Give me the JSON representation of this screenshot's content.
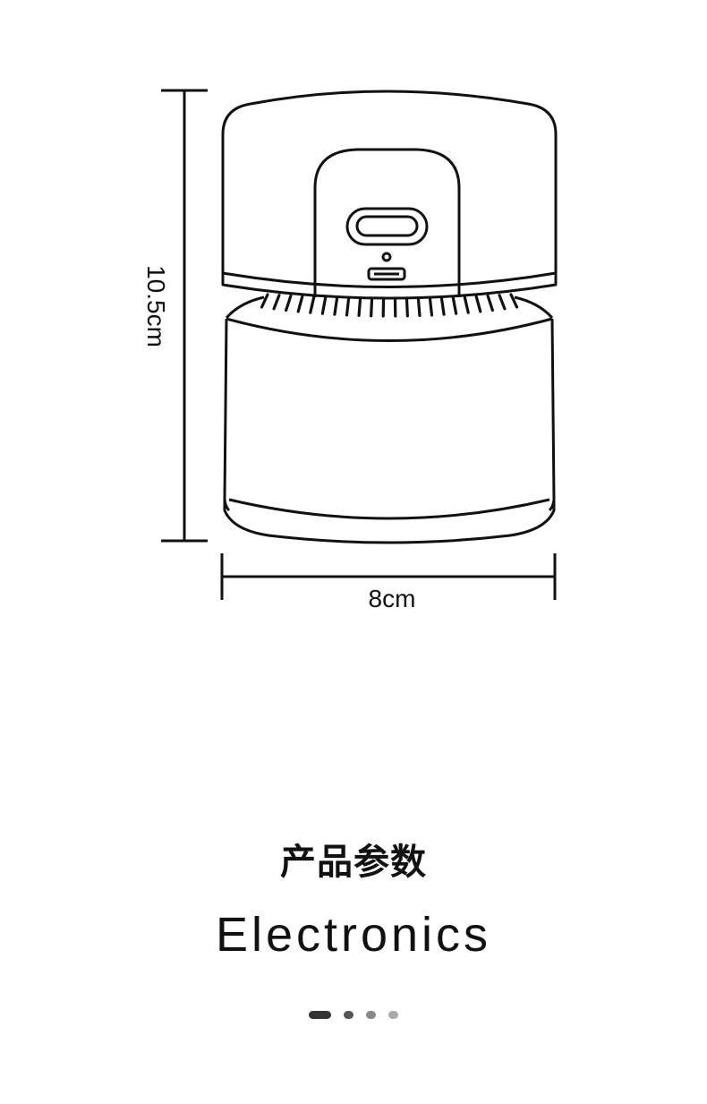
{
  "dimensions": {
    "height_label": "10.5cm",
    "width_label": "8cm"
  },
  "section": {
    "title": "产品参数",
    "subtitle": "Electronics"
  },
  "pager": {
    "dots": [
      {
        "active": true,
        "color": "#333333"
      },
      {
        "active": false,
        "color": "#555555"
      },
      {
        "active": false,
        "color": "#888888"
      },
      {
        "active": false,
        "color": "#aaaaaa"
      }
    ]
  },
  "colors": {
    "line": "#111111",
    "background": "#ffffff"
  }
}
